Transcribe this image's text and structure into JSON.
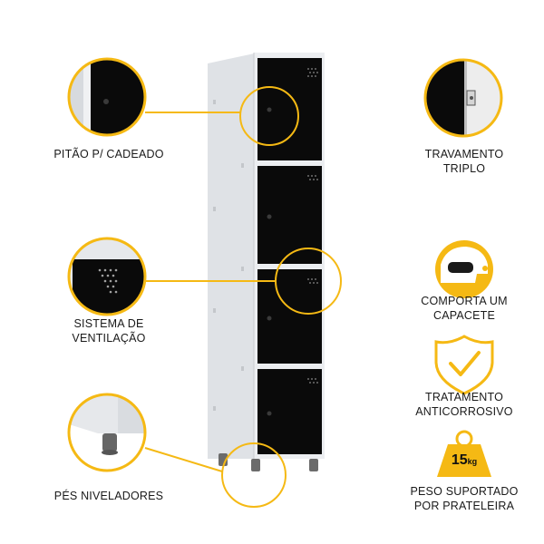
{
  "features_left": [
    {
      "label": "PITÃO P/ CADEADO"
    },
    {
      "line1": "SISTEMA DE",
      "line2": "VENTILAÇÃO"
    },
    {
      "label": "PÉS NIVELADORES"
    }
  ],
  "features_right": [
    {
      "line1": "TRAVAMENTO",
      "line2": "TRIPLO"
    },
    {
      "line1": "COMPORTA UM",
      "line2": "CAPACETE"
    },
    {
      "line1": "TRATAMENTO",
      "line2": "ANTICORROSIVO"
    },
    {
      "line1": "PESO SUPORTADO",
      "line2": "POR PRATELEIRA",
      "weight_value": "15",
      "weight_unit": "kg"
    }
  ],
  "colors": {
    "accent": "#f5b914",
    "locker_body": "#e9ebee",
    "door": "#0a0a0a"
  },
  "icons": [
    "helmet-icon",
    "shield-check-icon",
    "weight-icon"
  ]
}
